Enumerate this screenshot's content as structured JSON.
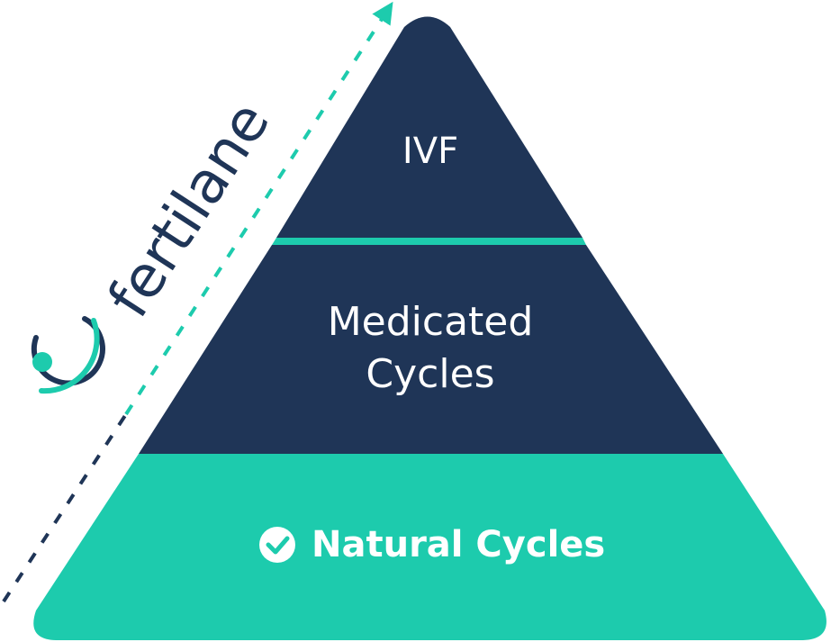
{
  "brand": {
    "name": "fertilane",
    "logo_icon": "fertilane-logo-icon"
  },
  "pyramid": {
    "tiers": [
      {
        "lines": [
          "IVF"
        ]
      },
      {
        "lines": [
          "Medicated",
          "Cycles"
        ]
      },
      {
        "lines": [
          "Natural Cycles"
        ],
        "icon": "check-circle-icon",
        "highlighted": true
      }
    ]
  },
  "colors": {
    "navy": "#1f3557",
    "teal": "#1dcbad",
    "white": "#ffffff"
  }
}
